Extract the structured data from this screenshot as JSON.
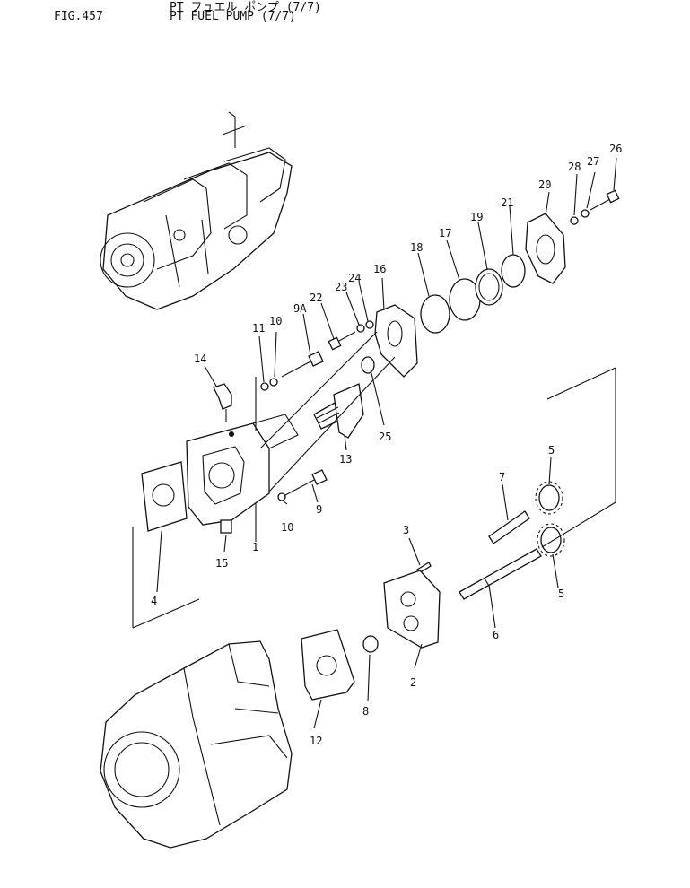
{
  "header": {
    "fig_number": "FIG.457",
    "title_jp": "PT フュエル ポンプ (7/7)",
    "title_en": "PT FUEL PUMP (7/7)"
  },
  "callouts": [
    "1",
    "2",
    "3",
    "4",
    "5",
    "5",
    "6",
    "7",
    "8",
    "9",
    "9A",
    "10",
    "10",
    "11",
    "12",
    "13",
    "14",
    "15",
    "16",
    "17",
    "18",
    "19",
    "20",
    "21",
    "22",
    "23",
    "24",
    "25",
    "26",
    "27",
    "28"
  ]
}
